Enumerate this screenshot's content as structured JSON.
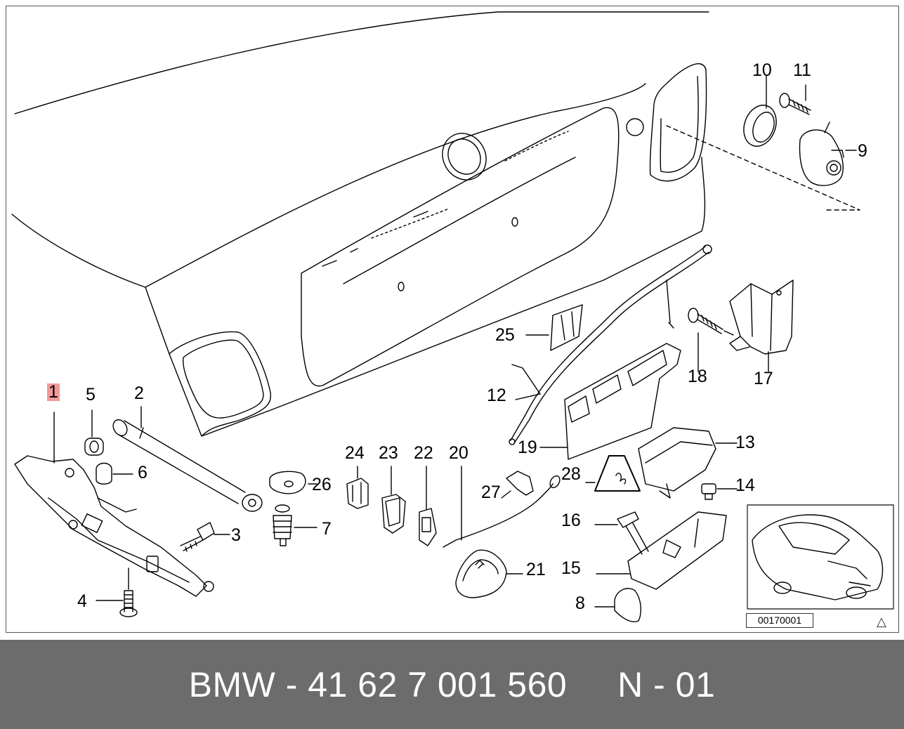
{
  "callouts": [
    {
      "id": "1",
      "label": "1",
      "highlighted": true
    },
    {
      "id": "2",
      "label": "2"
    },
    {
      "id": "3",
      "label": "3"
    },
    {
      "id": "4",
      "label": "4"
    },
    {
      "id": "5",
      "label": "5"
    },
    {
      "id": "6",
      "label": "6"
    },
    {
      "id": "7",
      "label": "7"
    },
    {
      "id": "8",
      "label": "8"
    },
    {
      "id": "9",
      "label": "9"
    },
    {
      "id": "10",
      "label": "10"
    },
    {
      "id": "11",
      "label": "11"
    },
    {
      "id": "12",
      "label": "12"
    },
    {
      "id": "13",
      "label": "13"
    },
    {
      "id": "14",
      "label": "14"
    },
    {
      "id": "15",
      "label": "15"
    },
    {
      "id": "16",
      "label": "16"
    },
    {
      "id": "17",
      "label": "17"
    },
    {
      "id": "18",
      "label": "18"
    },
    {
      "id": "19",
      "label": "19"
    },
    {
      "id": "20",
      "label": "20"
    },
    {
      "id": "21",
      "label": "21"
    },
    {
      "id": "22",
      "label": "22"
    },
    {
      "id": "23",
      "label": "23"
    },
    {
      "id": "24",
      "label": "24"
    },
    {
      "id": "25",
      "label": "25"
    },
    {
      "id": "26",
      "label": "26"
    },
    {
      "id": "27",
      "label": "27"
    },
    {
      "id": "28",
      "label": "28"
    }
  ],
  "diagram_ref_code": "00170001",
  "warning_symbol": "warning-triangle-icon",
  "footer": {
    "text": "BMW - 41 62 7 001 560     N - 01"
  },
  "colors": {
    "footer_bg": "#6c6c6c",
    "highlight": "#f19a9a",
    "line": "#000000"
  }
}
